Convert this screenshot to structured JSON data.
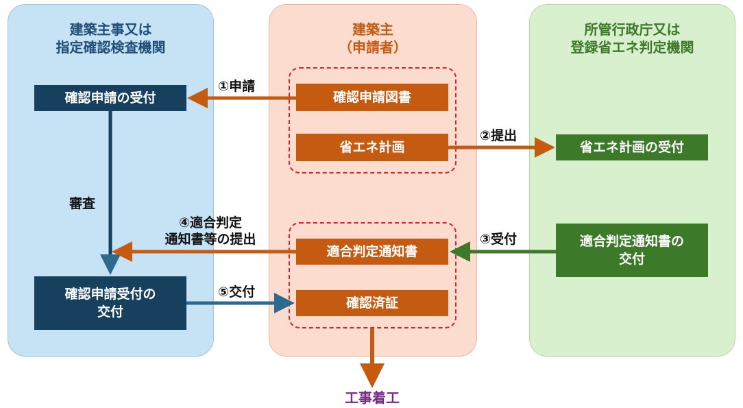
{
  "panels": {
    "left_title": "建築主事又は\n指定確認検査機関",
    "center_title": "建築主\n（申請者）",
    "right_title": "所管行政庁又は\n登録省エネ判定機関"
  },
  "left": {
    "receive": "確認申請の受付",
    "review": "審査",
    "issue": "確認申請受付の\n交付"
  },
  "center": {
    "docs": "確認申請図書",
    "plan": "省エネ計画",
    "notice": "適合判定通知書",
    "certificate": "確認済証",
    "start": "工事着工"
  },
  "right": {
    "plan_receive": "省エネ計画の受付",
    "notice_issue": "適合判定通知書の\n交付"
  },
  "arrows": {
    "a1": "①申請",
    "a2": "②提出",
    "a3": "③受付",
    "a4": "④適合判定\n通知書等の提出",
    "a5": "⑤交付"
  },
  "colors": {
    "left_panel": "#c5e3f5",
    "center_panel": "#fbdccf",
    "right_panel": "#d9f0cf",
    "navy": "#17405e",
    "orange": "#c55a11",
    "green": "#3c7a2a",
    "start_text": "#7a2b86"
  }
}
